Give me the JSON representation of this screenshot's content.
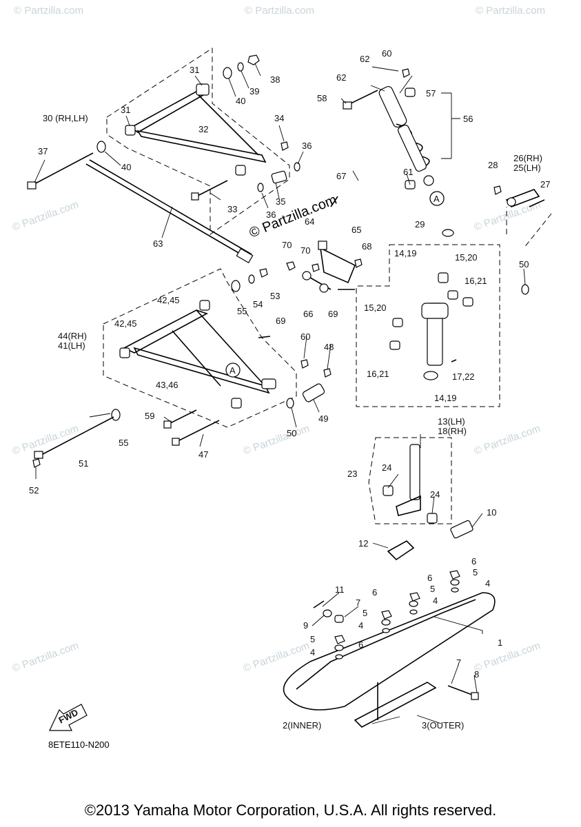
{
  "watermark": {
    "text": "© Partzilla.com",
    "center_text": "© Partzilla.com"
  },
  "labels": {
    "l1": "1",
    "l2": "2(INNER)",
    "l3": "3(OUTER)",
    "l4a": "4",
    "l4b": "4",
    "l4c": "4",
    "l4d": "4",
    "l5a": "5",
    "l5b": "5",
    "l5c": "5",
    "l5d": "5",
    "l6a": "6",
    "l6b": "6",
    "l6c": "6",
    "l6d": "6",
    "l7a": "7",
    "l7b": "7",
    "l8": "8",
    "l9": "9",
    "l10": "10",
    "l11": "11",
    "l12": "12",
    "l13": "13(LH)",
    "l18": "18(RH)",
    "l14a": "14,19",
    "l14b": "14,19",
    "l15a": "15,20",
    "l15b": "15,20",
    "l16a": "16,21",
    "l16b": "16,21",
    "l17": "17,22",
    "l23": "23",
    "l24a": "24",
    "l24b": "24",
    "l26": "26(RH)",
    "l25": "25(LH)",
    "l27": "27",
    "l28": "28",
    "l29": "29",
    "l30": "30 (RH,LH)",
    "l31a": "31",
    "l31b": "31",
    "l32": "32",
    "l33": "33",
    "l34": "34",
    "l35": "35",
    "l36a": "36",
    "l36b": "36",
    "l37": "37",
    "l38": "38",
    "l39": "39",
    "l40a": "40",
    "l40b": "40",
    "l42a": "42,45",
    "l42b": "42,45",
    "l43": "43,46",
    "l44": "44(RH)",
    "l41": "41(LH)",
    "l47": "47",
    "l48": "48",
    "l49": "49",
    "l50a": "50",
    "l50b": "50",
    "l51": "51",
    "l52": "52",
    "l53": "53",
    "l54": "54",
    "l55a": "55",
    "l55b": "55",
    "l56": "56",
    "l57": "57",
    "l58": "58",
    "l59": "59",
    "l60a": "60",
    "l60b": "60",
    "l61": "61",
    "l62a": "62",
    "l62b": "62",
    "l63": "63",
    "l64": "64",
    "l65": "65",
    "l66": "66",
    "l67": "67",
    "l68": "68",
    "l69a": "69",
    "l69b": "69",
    "l70a": "70",
    "l70b": "70",
    "refA1": "A",
    "refA2": "A",
    "fwd": "FWD"
  },
  "diagram_code": "8ETE110-N200",
  "copyright": "©2013 Yamaha Motor Corporation, U.S.A. All rights reserved."
}
